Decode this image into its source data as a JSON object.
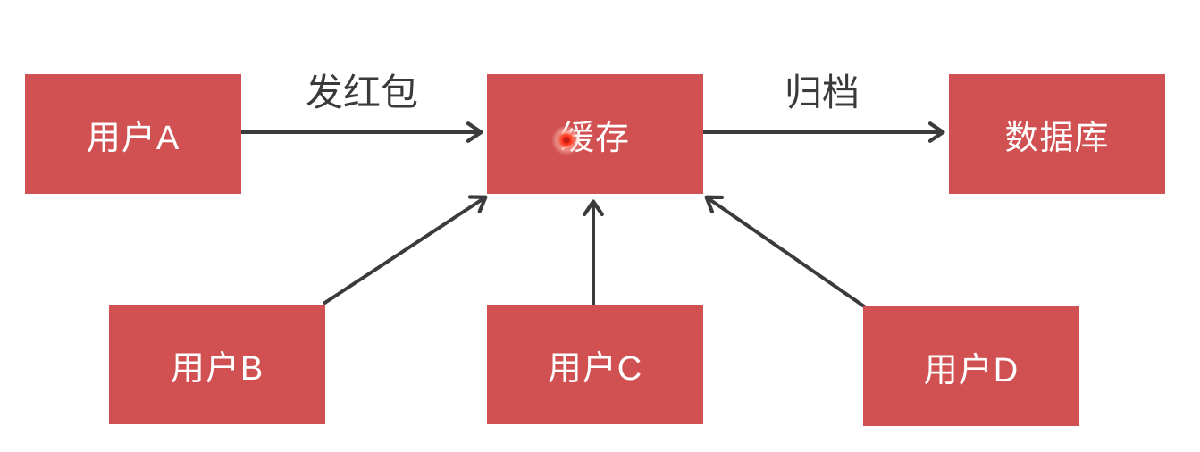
{
  "diagram": {
    "type": "flow-diagram",
    "nodes": [
      {
        "id": "user-a",
        "label": "用户A",
        "shape": "rectangle",
        "fill": "#d15051",
        "text_color": "#ffffff"
      },
      {
        "id": "cache",
        "label": "缓存",
        "shape": "rectangle",
        "fill": "#d15051",
        "text_color": "#ffffff"
      },
      {
        "id": "database",
        "label": "数据库",
        "shape": "rectangle",
        "fill": "#d15051",
        "text_color": "#ffffff"
      },
      {
        "id": "user-b",
        "label": "用户B",
        "shape": "rectangle",
        "fill": "#d15051",
        "text_color": "#ffffff"
      },
      {
        "id": "user-c",
        "label": "用户C",
        "shape": "rectangle",
        "fill": "#d15051",
        "text_color": "#ffffff"
      },
      {
        "id": "user-d",
        "label": "用户D",
        "shape": "rectangle",
        "fill": "#d15051",
        "text_color": "#ffffff"
      }
    ],
    "edges": [
      {
        "from": "user-a",
        "to": "cache",
        "label": "发红包",
        "direction": "right"
      },
      {
        "from": "cache",
        "to": "database",
        "label": "归档",
        "direction": "right"
      },
      {
        "from": "user-b",
        "to": "cache",
        "label": "",
        "direction": "up-right"
      },
      {
        "from": "user-c",
        "to": "cache",
        "label": "",
        "direction": "up"
      },
      {
        "from": "user-d",
        "to": "cache",
        "label": "",
        "direction": "up-left"
      }
    ],
    "colors": {
      "node_fill": "#d15051",
      "node_text": "#ffffff",
      "edge_stroke": "#3b3b3d",
      "edge_label_text": "#3a3a3c",
      "background": "#ffffff",
      "cursor_dot": "#ff2d16"
    },
    "annotations": [
      {
        "id": "cursor-click-indicator",
        "type": "laser-pointer-dot",
        "over_node": "cache"
      }
    ]
  }
}
